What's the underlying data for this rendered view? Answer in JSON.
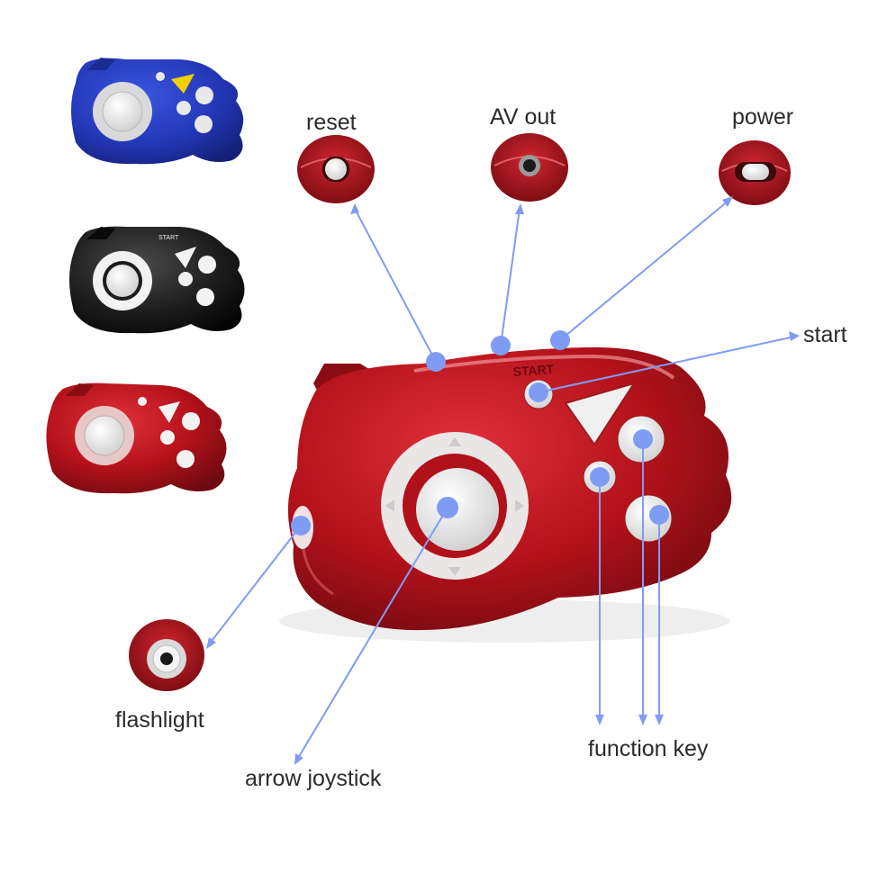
{
  "labels": {
    "reset": "reset",
    "av_out": "AV out",
    "power": "power",
    "start": "start",
    "flashlight": "flashlight",
    "arrow_joystick": "arrow joystick",
    "function_key": "function key"
  },
  "device_print": {
    "start_text": "START"
  },
  "colors": {
    "pointer": "#7f9cf5",
    "body_red": "#b5121b",
    "body_blue": "#2438b8",
    "body_black": "#1d1d1d",
    "button_white": "#ececec"
  },
  "color_variants": [
    "blue",
    "black",
    "red"
  ]
}
